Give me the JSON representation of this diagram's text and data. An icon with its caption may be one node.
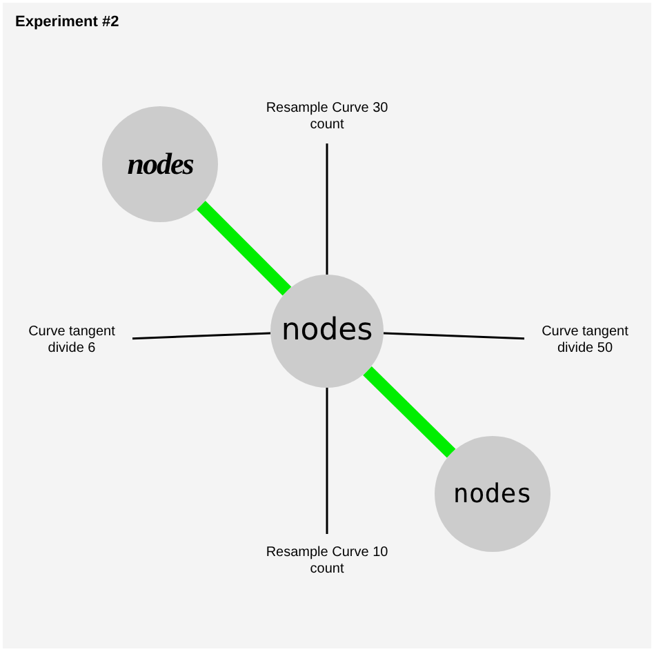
{
  "diagram": {
    "title": "Experiment #2",
    "nodes": [
      {
        "text": [
          "nodes"
        ]
      },
      {
        "text": [
          "Resample Curve 30 count"
        ]
      },
      {
        "text": [
          "nodes"
        ]
      },
      {
        "text": [
          "Curve tangent divide 6"
        ]
      },
      {
        "text": [
          "Curve tangent divide 50"
        ]
      },
      {
        "text": [
          "nodes"
        ]
      },
      {
        "text": [
          "Resample Curve 10 count"
        ]
      }
    ],
    "edges": [
      {
        "from": 0,
        "to": 2,
        "arrow": "none",
        "style": "thick",
        "color": "#00ee00"
      },
      {
        "from": 1,
        "to": 2,
        "arrow": "none"
      },
      {
        "from": 3,
        "to": 2,
        "arrow": "none"
      },
      {
        "from": 2,
        "to": 4,
        "arrow": "none"
      },
      {
        "from": 2,
        "to": 6,
        "arrow": "none"
      },
      {
        "from": 2,
        "to": 5,
        "arrow": "none",
        "style": "thick",
        "color": "#00ee00"
      }
    ]
  }
}
